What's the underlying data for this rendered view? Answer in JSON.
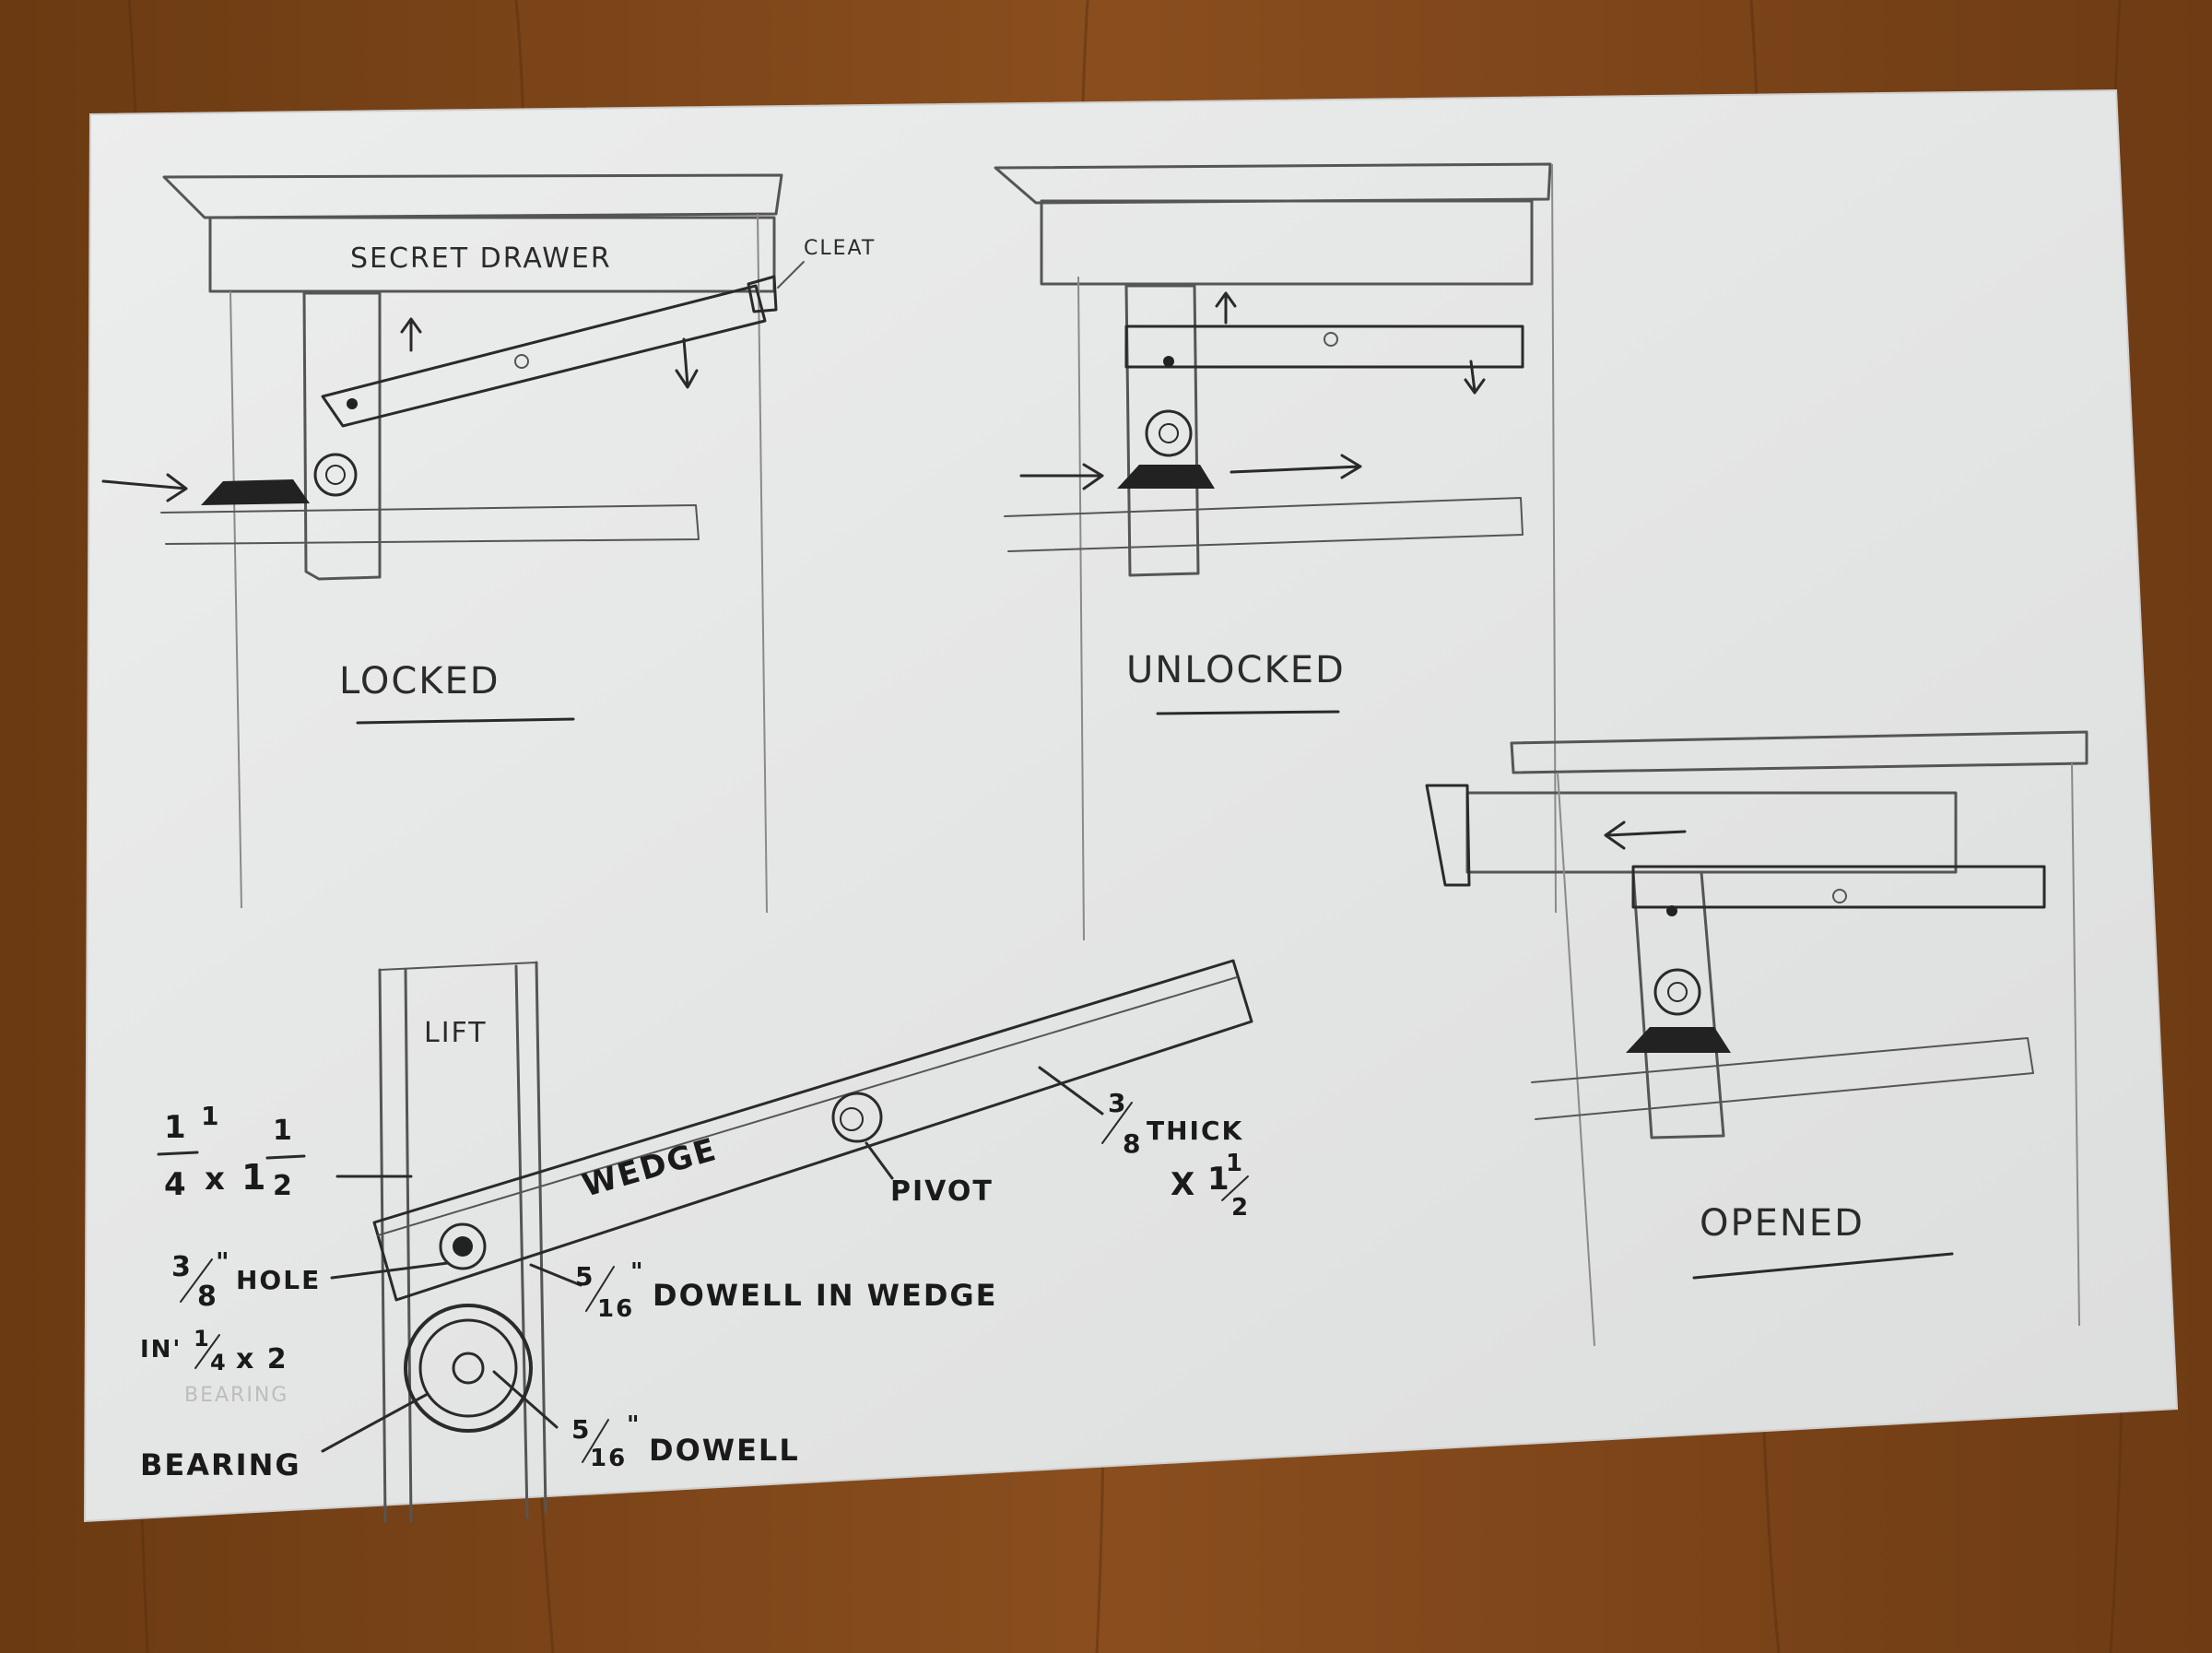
{
  "colors": {
    "table": "#7a4418",
    "paper": "#e9eaea",
    "pencil": "#555555",
    "pencil_dark": "#2a2a2a"
  },
  "sketches": {
    "locked": {
      "title": "LOCKED",
      "drawer_label": "SECRET DRAWER",
      "cleat_label": "CLEAT"
    },
    "unlocked": {
      "title": "UNLOCKED"
    },
    "opened": {
      "title": "OPENED"
    }
  },
  "detail": {
    "lift_label": "LIFT",
    "wedge_label": "WEDGE",
    "pivot_label": "PIVOT",
    "lift_size": {
      "first_whole": "1",
      "first_num": "1",
      "first_den": "4",
      "times": "x",
      "second_whole": "1",
      "second_num": "1",
      "second_den": "2"
    },
    "thickness": {
      "num": "3",
      "den": "8",
      "text": "THICK",
      "times": "X",
      "whole": "1",
      "frac_num": "1",
      "frac_den": "2"
    },
    "hole": {
      "num": "3",
      "den": "8",
      "inch": "\"",
      "text": "HOLE"
    },
    "hole_in": {
      "prefix": "IN'",
      "num": "1",
      "den": "4",
      "text": "x 2"
    },
    "wedge_dowel": {
      "num": "5",
      "den": "16",
      "inch": "\"",
      "text": "DOWELL IN WEDGE"
    },
    "bearing_label": "BEARING",
    "faint_label": "BEARING",
    "bearing_dowel": {
      "num": "5",
      "den": "16",
      "inch": "\"",
      "text": "DOWELL"
    }
  }
}
